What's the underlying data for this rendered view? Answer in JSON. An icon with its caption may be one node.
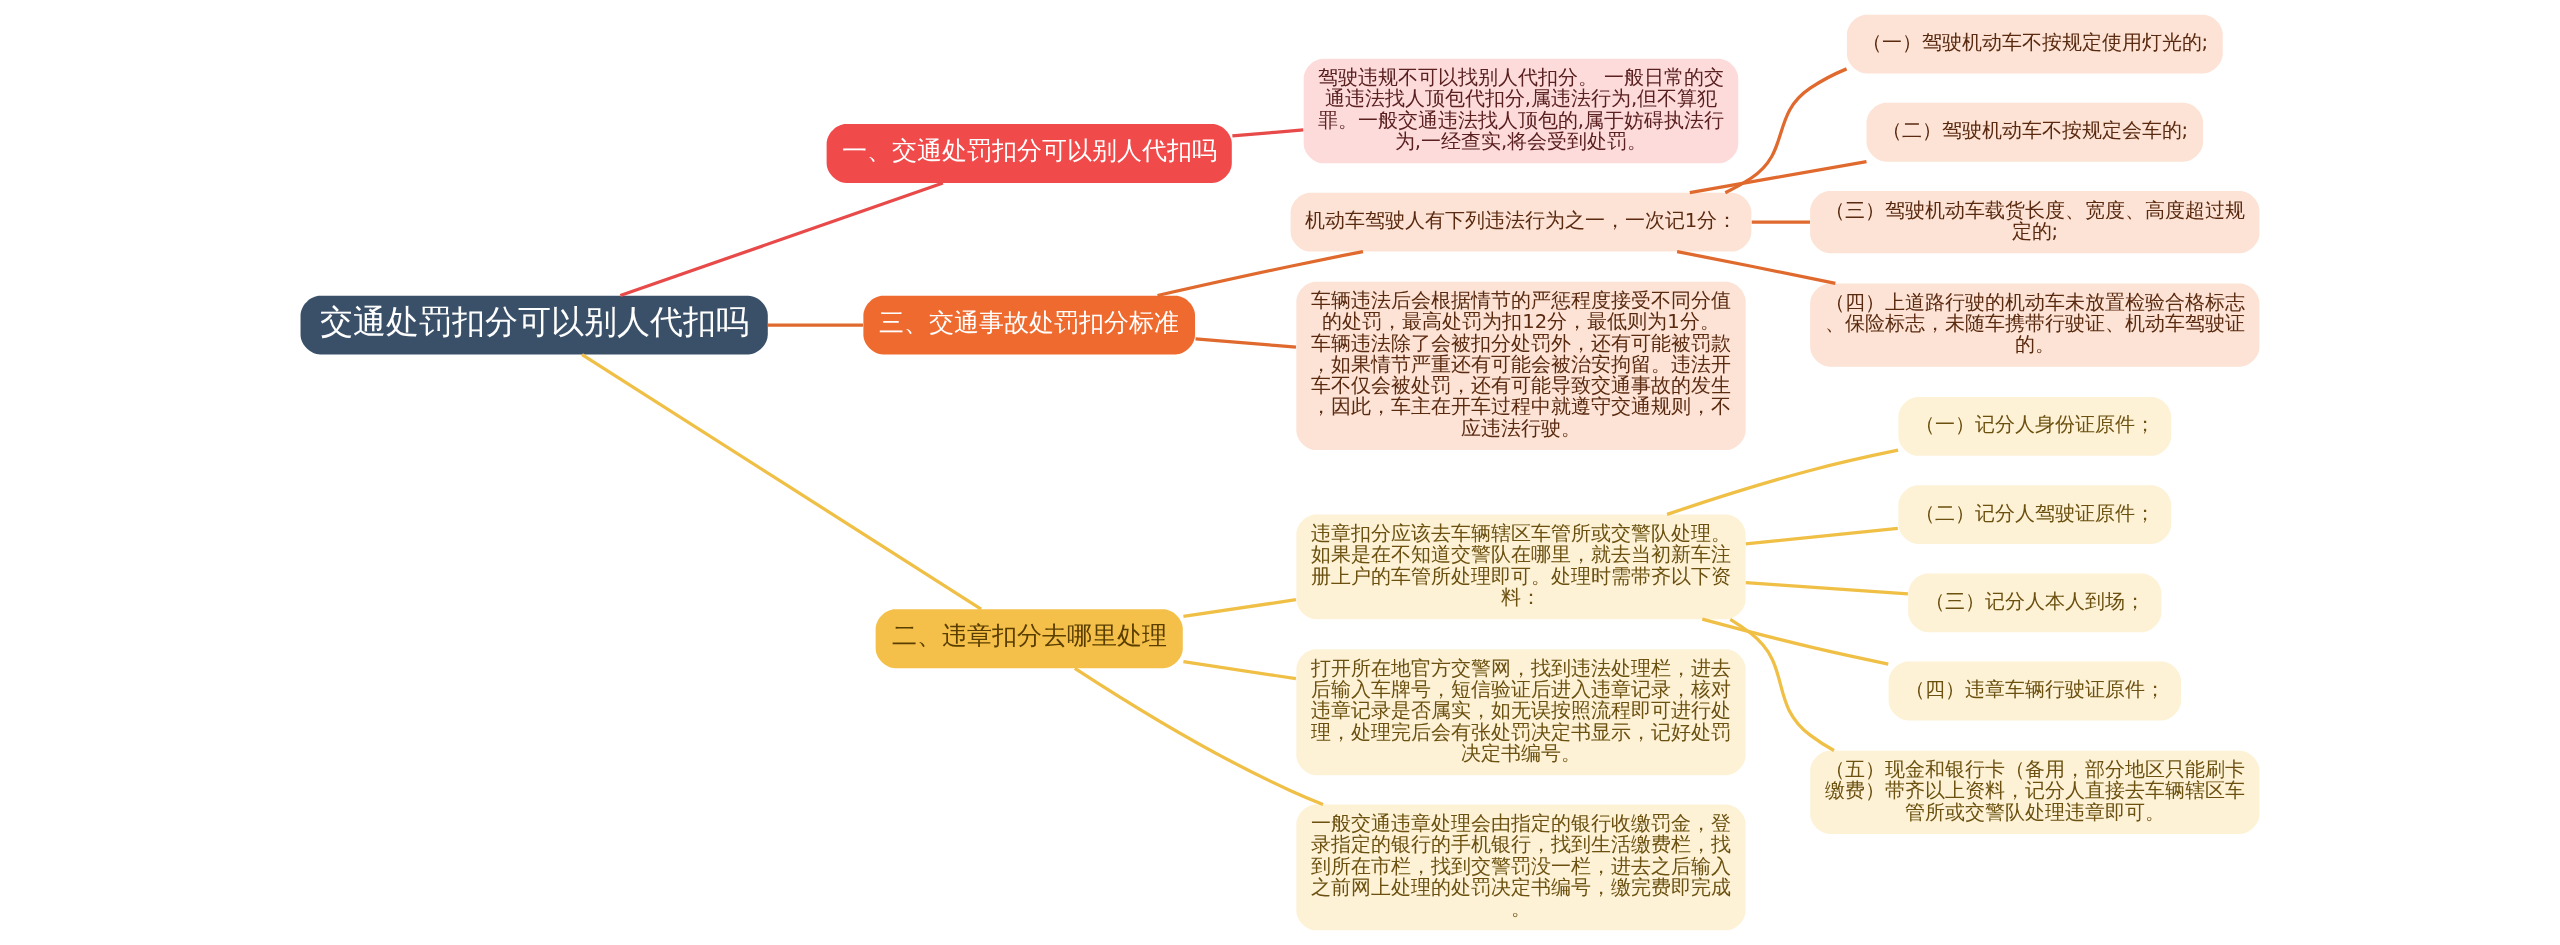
{
  "diagram": {
    "nodes": [
      {
        "text": [
          "交通处罚扣分可以别人代扣吗"
        ]
      },
      {
        "text": [
          "一、交通处罚扣分可以别人代扣吗"
        ]
      },
      {
        "text": [
          "驾驶违规不可以找别人代扣分。 一般日常的交通违法找人顶包代扣分,属违法行为,但不算犯罪。一般交通违法找人顶包的,属于妨碍执法行为,一经查实,将会受到处罚。"
        ]
      },
      {
        "text": [
          "三、交通事故处罚扣分标准"
        ]
      },
      {
        "text": [
          "机动车驾驶人有下列违法行为之一，一次记1分："
        ]
      },
      {
        "text": [
          "（一）驾驶机动车不按规定使用灯光的;"
        ]
      },
      {
        "text": [
          "（二）驾驶机动车不按规定会车的;"
        ]
      },
      {
        "text": [
          "（三）驾驶机动车载货长度、宽度、高度超过规定的;"
        ]
      },
      {
        "text": [
          "（四）上道路行驶的机动车未放置检验合格标志、保险标志，未随车携带行驶证、机动车驾驶证的。"
        ]
      },
      {
        "text": [
          "车辆违法后会根据情节的严惩程度接受不同分值的处罚，最高处罚为扣12分，最低则为1分。车辆违法除了会被扣分处罚外，还有可能被罚款，如果情节严重还有可能会被治安拘留。违法开车不仅会被处罚，还有可能导致交通事故的发生，因此，车主在开车过程中就遵守交通规则，不应违法行驶。"
        ]
      },
      {
        "text": [
          "二、违章扣分去哪里处理"
        ]
      },
      {
        "text": [
          "违章扣分应该去车辆辖区车管所或交警队处理。如果是在不知道交警队在哪里，就去当初新车注册上户的车管所处理即可。处理时需带齐以下资料："
        ]
      },
      {
        "text": [
          "（一）记分人身份证原件；"
        ]
      },
      {
        "text": [
          "（二）记分人驾驶证原件；"
        ]
      },
      {
        "text": [
          "（三）记分人本人到场；"
        ]
      },
      {
        "text": [
          "（四）违章车辆行驶证原件；"
        ]
      },
      {
        "text": [
          "（五）现金和银行卡（备用，部分地区只能刷卡缴费）带齐以上资料，记分人直接去车辆辖区车管所或交警队处理违章即可。"
        ]
      },
      {
        "text": [
          "打开所在地官方交警网，找到违法处理栏，进去后输入车牌号，短信验证后进入违章记录，核对违章记录是否属实，如无误按照流程即可进行处理，处理完后会有张处罚决定书显示，记好处罚决定书编号。"
        ]
      },
      {
        "text": [
          "一般交通违章处理会由指定的银行收缴罚金，登录指定的银行的手机银行，找到生活缴费栏，找到所在市栏，找到交警罚没一栏，进去之后输入之前网上处理的处罚决定书编号，缴完费即完成。"
        ]
      }
    ],
    "edges": [
      {
        "from": 0,
        "to": 1,
        "arrow": "none",
        "color": "#e84a4a"
      },
      {
        "from": 1,
        "to": 2,
        "arrow": "none",
        "color": "#e84a4a"
      },
      {
        "from": 0,
        "to": 3,
        "arrow": "none",
        "color": "#e0692e"
      },
      {
        "from": 3,
        "to": 4,
        "arrow": "none",
        "color": "#e0692e"
      },
      {
        "from": 4,
        "to": 5,
        "arrow": "none",
        "color": "#e0692e"
      },
      {
        "from": 4,
        "to": 6,
        "arrow": "none",
        "color": "#e0692e"
      },
      {
        "from": 4,
        "to": 7,
        "arrow": "none",
        "color": "#e0692e"
      },
      {
        "from": 4,
        "to": 8,
        "arrow": "none",
        "color": "#e0692e"
      },
      {
        "from": 3,
        "to": 9,
        "arrow": "none",
        "color": "#e0692e"
      },
      {
        "from": 0,
        "to": 10,
        "arrow": "none"
      },
      {
        "from": 10,
        "to": 11,
        "arrow": "none"
      },
      {
        "from": 11,
        "to": 12,
        "arrow": "none"
      },
      {
        "from": 11,
        "to": 13,
        "arrow": "none"
      },
      {
        "from": 11,
        "to": 14,
        "arrow": "none"
      },
      {
        "from": 11,
        "to": 15,
        "arrow": "none"
      },
      {
        "from": 11,
        "to": 16,
        "arrow": "none"
      },
      {
        "from": 10,
        "to": 17,
        "arrow": "none"
      },
      {
        "from": 10,
        "to": 18,
        "arrow": "none"
      }
    ]
  }
}
